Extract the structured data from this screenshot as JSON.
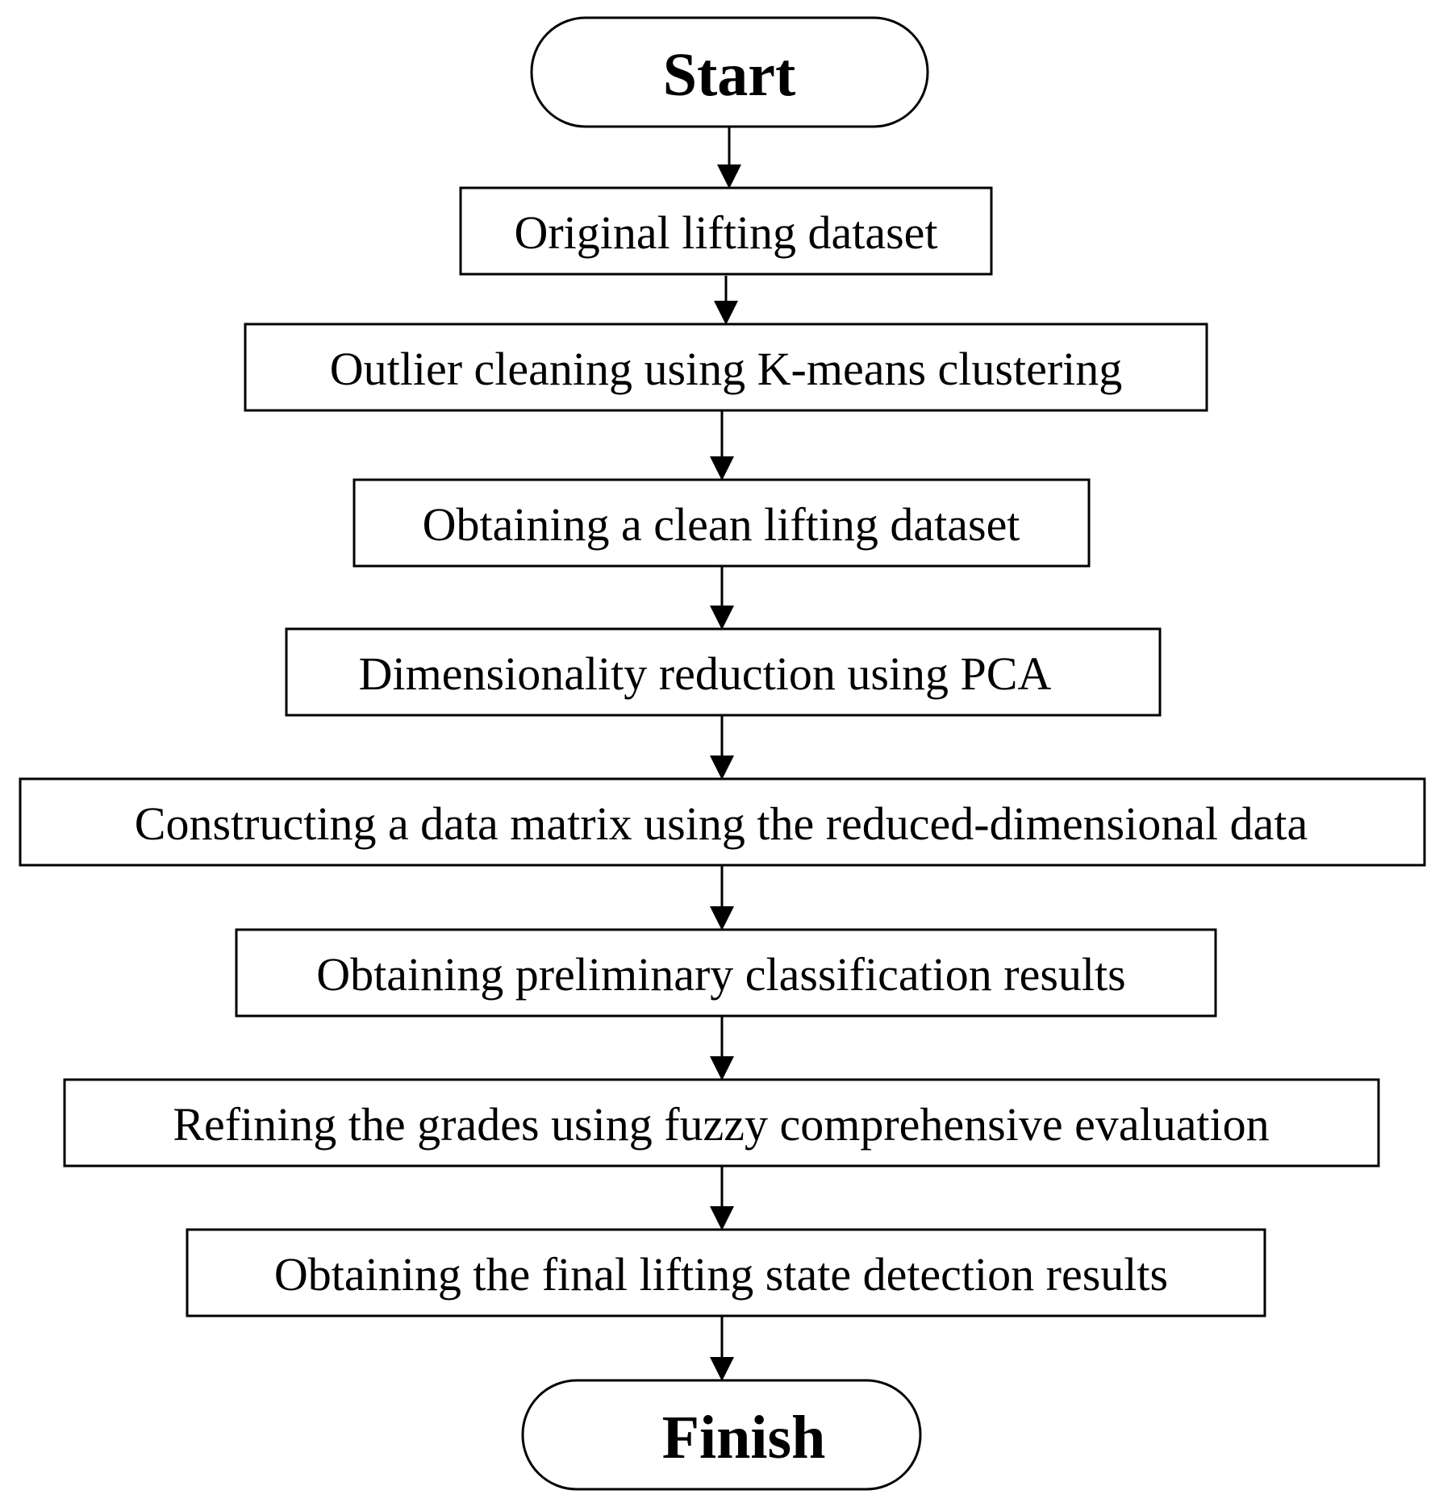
{
  "start": {
    "label": "Start"
  },
  "finish": {
    "label": "Finish"
  },
  "steps": [
    {
      "label": "Original lifting dataset"
    },
    {
      "label": "Outlier cleaning using K-means clustering"
    },
    {
      "label": "Obtaining a clean lifting dataset"
    },
    {
      "label": "Dimensionality reduction using PCA"
    },
    {
      "label": "Constructing a data matrix using the reduced-dimensional data"
    },
    {
      "label": "Obtaining preliminary classification results"
    },
    {
      "label": "Refining the grades using fuzzy comprehensive evaluation"
    },
    {
      "label": "Obtaining the final lifting state detection results"
    }
  ],
  "colors": {
    "stroke": "#000000",
    "background": "#ffffff"
  }
}
